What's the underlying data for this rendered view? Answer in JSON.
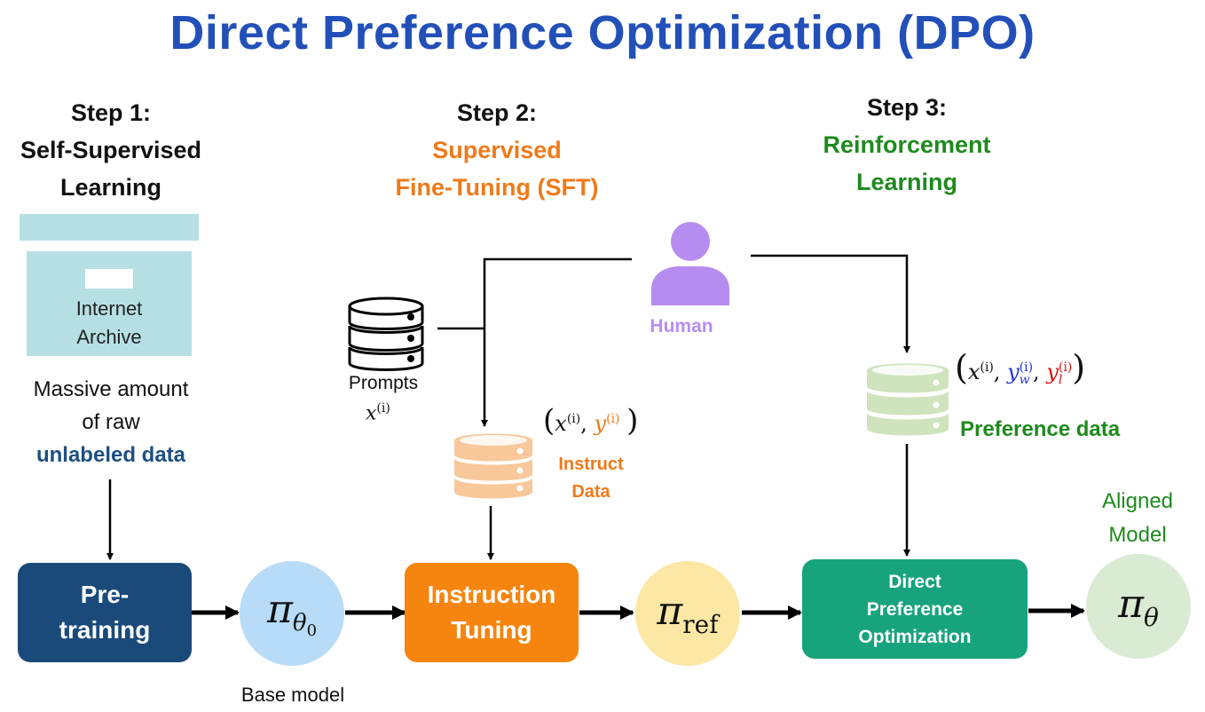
{
  "title": "Direct Preference Optimization (DPO)",
  "colors": {
    "title": "#2250b8",
    "step1_sub": "#111111",
    "step2_sub": "#ee7a1a",
    "step3_sub": "#1e8a1e",
    "unlabeled": "#1d4f82",
    "pretraining_box": "#1a4a7a",
    "instruction_box": "#f5850f",
    "dpo_box": "#17a37c",
    "base_circle": "#b8dcf8",
    "ref_circle": "#fce7a4",
    "aligned_circle": "#d9ebd3",
    "human": "#b78cf0",
    "archive": "#b6dfe4",
    "instruct_db": "#f8c89a",
    "pref_db": "#cfe3bd",
    "y_w": "#2233dd",
    "y_l": "#dd1111"
  },
  "steps": [
    {
      "heading": "Step 1:",
      "lines": [
        "Self-Supervised",
        "Learning"
      ]
    },
    {
      "heading": "Step 2:",
      "lines": [
        "Supervised",
        "Fine-Tuning (SFT)"
      ]
    },
    {
      "heading": "Step 3:",
      "lines": [
        "Reinforcement",
        "Learning"
      ]
    }
  ],
  "archive": {
    "line1": "Internet",
    "line2": "Archive"
  },
  "raw_data": {
    "line1": "Massive amount",
    "line2": "of raw",
    "line3": "unlabeled data"
  },
  "prompts": {
    "label": "Prompts"
  },
  "human": {
    "label": "Human"
  },
  "instruct_data": {
    "line1": "Instruct",
    "line2": "Data"
  },
  "preference_data": {
    "label": "Preference data"
  },
  "boxes": {
    "pretraining": [
      "Pre-",
      "training"
    ],
    "instruction": [
      "Instruction",
      "Tuning"
    ],
    "dpo": [
      "Direct",
      "Preference",
      "Optimization"
    ]
  },
  "models": {
    "base": {
      "symbol": "π",
      "sub": "θ",
      "subsub": "0",
      "caption": "Base model"
    },
    "ref": {
      "symbol": "π",
      "sub": "ref"
    },
    "aligned": {
      "symbol": "π",
      "sub": "θ",
      "caption_line1": "Aligned",
      "caption_line2": "Model"
    }
  },
  "math": {
    "x": "x",
    "y": "y",
    "w": "w",
    "l": "l",
    "sup_i": "(i)",
    "open": "(",
    "close": ")",
    "comma": ","
  },
  "icons": {
    "archive": "archive-box-icon",
    "prompts": "database-icon",
    "human": "person-icon",
    "instruct": "database-icon",
    "preference": "database-icon"
  }
}
